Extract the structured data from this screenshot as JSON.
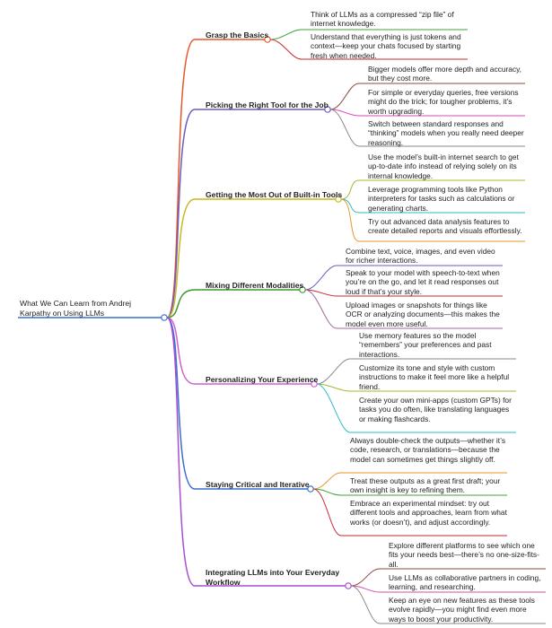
{
  "root": "What We Can Learn from Andrej Karpathy on Using LLMs",
  "branches": [
    {
      "label": "Grasp the Basics",
      "color": "#e8562a",
      "leaves": [
        {
          "text": "Think of LLMs as a compressed “zip file” of internet knowledge.",
          "color": "#3da33d"
        },
        {
          "text": "Understand that everything is just tokens and context—keep your chats focused by starting fresh when needed.",
          "color": "#c8282d"
        }
      ]
    },
    {
      "label": "Picking the Right Tool for the Job",
      "color": "#6a5cc2",
      "leaves": [
        {
          "text": "Bigger models offer more depth and accuracy, but they cost more.",
          "color": "#8a4a3a"
        },
        {
          "text": "For simple or everyday queries, free versions might do the trick; for tougher problems, it’s worth upgrading.",
          "color": "#d64fae"
        },
        {
          "text": "Switch between standard responses and “thinking” models when you really need deeper reasoning.",
          "color": "#8a8a8a"
        }
      ]
    },
    {
      "label": "Getting the Most Out of Built-in Tools",
      "color": "#c9b81f",
      "leaves": [
        {
          "text": "Use the model’s built-in internet search to get up-to-date info instead of relying solely on its internal knowledge.",
          "color": "#a7b82e"
        },
        {
          "text": "Leverage programming tools like Python interpreters for tasks such as calculations or generating charts.",
          "color": "#2fb8c9"
        },
        {
          "text": "Try out advanced data analysis features to create detailed reports and visuals effortlessly.",
          "color": "#e8962a"
        }
      ]
    },
    {
      "label": "Mixing Different Modalities",
      "color": "#3a9a2e",
      "leaves": [
        {
          "text": "Combine text, voice, images, and even video for richer interactions.",
          "color": "#6a5cc2"
        },
        {
          "text": "Speak to your model with speech-to-text when you’re on the go, and let it read responses out loud if that’s your style.",
          "color": "#c8282d"
        },
        {
          "text": "Upload images or snapshots for things like OCR or analyzing documents—this makes the model even more useful.",
          "color": "#a06a9a"
        }
      ]
    },
    {
      "label": "Personalizing Your Experience",
      "color": "#d15fd1",
      "leaves": [
        {
          "text": "Use memory features so the model “remembers” your preferences and past interactions.",
          "color": "#8a8a8a"
        },
        {
          "text": "Customize its tone and style with custom instructions to make it feel more like a helpful friend.",
          "color": "#a7b82e"
        },
        {
          "text": "Create your own mini-apps (custom GPTs) for tasks you do often, like translating languages or making flashcards.",
          "color": "#2fb8c9"
        }
      ]
    },
    {
      "label": "Staying Critical and Iterative",
      "color": "#3b6fd1",
      "leaves": [
        {
          "text": "Always double-check the outputs—whether it’s code, research, or translations—because the model can sometimes get things slightly off.",
          "color": "#e8962a"
        },
        {
          "text": "Treat these outputs as a great first draft; your own insight is key to refining them.",
          "color": "#3da33d"
        },
        {
          "text": "Embrace an experimental mindset: try out different tools and approaches, learn from what works (or doesn’t), and adjust accordingly.",
          "color": "#c8282d"
        }
      ]
    },
    {
      "label": "Integrating LLMs into Your Everyday Workflow",
      "color": "#a64fd1",
      "leaves": [
        {
          "text": "Explore different platforms to see which one fits your needs best—there’s no one-size-fits-all.",
          "color": "#8a4a3a"
        },
        {
          "text": "Use LLMs as collaborative partners in coding, learning, and researching.",
          "color": "#d64fae"
        },
        {
          "text": "Keep an eye on new features as these tools evolve rapidly—you might find even more ways to boost your productivity.",
          "color": "#8a8a8a"
        }
      ]
    }
  ],
  "root_color": "#3b6fd1"
}
